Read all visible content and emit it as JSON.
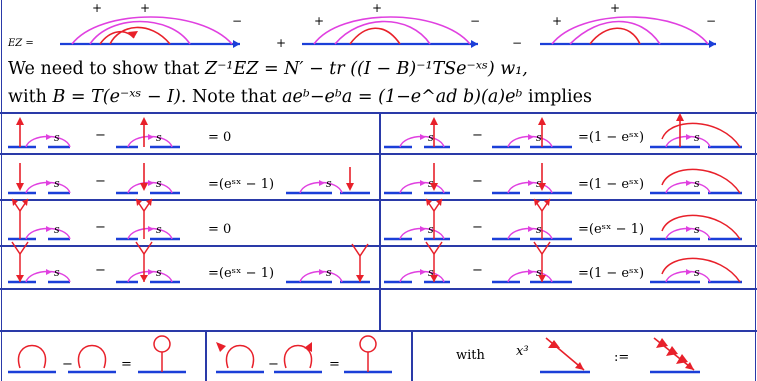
{
  "top_equation": {
    "lhs": "EZ =",
    "ops": [
      "+",
      "−"
    ],
    "signs": [
      [
        "+",
        "+",
        "−"
      ],
      [
        "+",
        "+",
        "−"
      ],
      [
        "+",
        "+",
        "−"
      ]
    ]
  },
  "paragraph": {
    "line1_a": "We need to show that ",
    "line1_math": "Z⁻¹EZ = N′ − tr ((I − B)⁻¹TSe⁻ˣˢ) w₁,",
    "line2_a": "with ",
    "line2_math1": "B = T(e⁻ˣˢ − I)",
    "line2_b": ". Note that ",
    "line2_math2": "aeᵇ−eᵇa = (1−e^ad b)(a)eᵇ",
    "line2_c": " implies"
  },
  "grid": {
    "s_label": "s",
    "minus": "−",
    "rows": [
      {
        "left_rhs": "= 0",
        "right_rhs": "=(1 − eˢˣ)"
      },
      {
        "left_rhs": "=(eˢˣ − 1)",
        "right_rhs": "=(1 − eˢˣ)"
      },
      {
        "left_rhs": "= 0",
        "right_rhs": "=(eˢˣ − 1)"
      },
      {
        "left_rhs": "=(eˢˣ − 1)",
        "right_rhs": "=(1 − eˢˣ)"
      }
    ]
  },
  "bottom_row": {
    "minus1": "−",
    "eq1": "=",
    "minus2": "−",
    "eq2": "=",
    "with_label": "with",
    "x3": "x³",
    "defeq": ":="
  },
  "colors": {
    "blue": "#1b3fd8",
    "red": "#e8202a",
    "magenta": "#e040e0",
    "frame": "#2a3aa8"
  }
}
